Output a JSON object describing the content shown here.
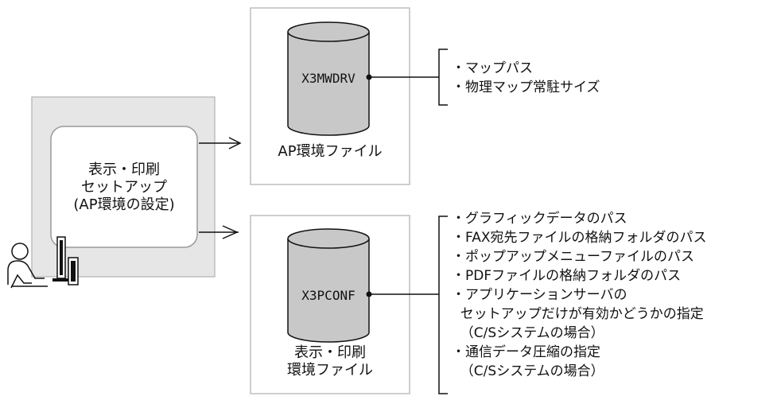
{
  "setup_tool": {
    "lines": [
      "表示・印刷",
      "セットアップ",
      "(AP環境の設定)"
    ]
  },
  "ap_env": {
    "db_label": "X3MWDRV",
    "caption": "AP環境ファイル",
    "items": [
      "・マップパス",
      "・物理マップ常駐サイズ"
    ]
  },
  "print_env": {
    "db_label": "X3PCONF",
    "caption_lines": [
      "表示・印刷",
      "環境ファイル"
    ],
    "items": [
      "・グラフィックデータのパス",
      "・FAX宛先ファイルの格納フォルダのパス",
      "・ポップアップメニューファイルのパス",
      "・PDFファイルの格納フォルダのパス",
      "・アプリケーションサーバの",
      "  セットアップだけが有効かどうかの指定",
      "  （C/Sシステムの場合）",
      "・通信データ圧縮の指定",
      "  （C/Sシステムの場合）"
    ]
  },
  "icons": [
    "user-at-computer-icon",
    "database-icon"
  ]
}
